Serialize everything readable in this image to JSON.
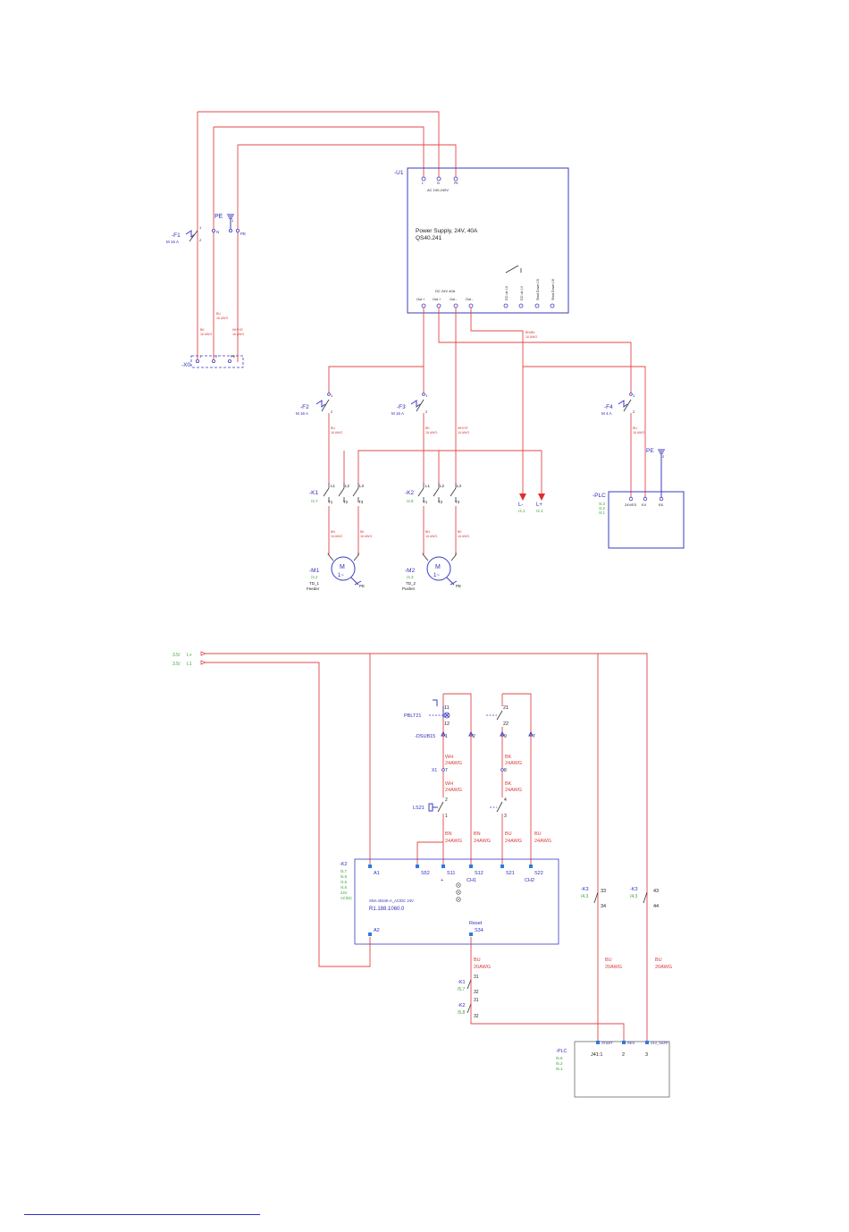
{
  "top": {
    "u1": {
      "tag": "-U1",
      "ac_terms": [
        "L",
        "N",
        "PE"
      ],
      "ac_label": "AC 100-240V",
      "title": "Power Supply, 24V, 40A",
      "part": "QS40.241",
      "dc_label": "DC 24V 40A",
      "out_terms": [
        "Out +",
        "Out +",
        "Out -",
        "Out -"
      ],
      "aux_terms": [
        "DC ok 13",
        "DC ok 14",
        "Shut Down 15",
        "Shut Down 16"
      ]
    },
    "f1": {
      "tag": "-F1",
      "rating": "M 16 A",
      "t1": "1",
      "t2": "2"
    },
    "pe": {
      "label": "PE",
      "n": "N",
      "pe2": "PE",
      "n1": "1"
    },
    "x0": {
      "tag": "-X0",
      "terms": [
        "1",
        "2",
        "PE"
      ]
    },
    "wire_labels": {
      "bk": "BK",
      "bu": "BU",
      "wh": "WH/YE",
      "awg16": "16 AWG",
      "brn": "BN",
      "bn_bk": "BN/BK",
      "awg20": "16 AWG"
    },
    "f2": {
      "tag": "-F2",
      "rating": "M 16 A",
      "t1": "1",
      "t2": "2"
    },
    "f3": {
      "tag": "-F3",
      "rating": "M 16 A",
      "t1": "1",
      "t2": "2"
    },
    "f4": {
      "tag": "-F4",
      "rating": "M 4 A",
      "t1": "1",
      "t2": "2"
    },
    "k1": {
      "tag": "-K1",
      "ref": "/4.7",
      "in": [
        "L1",
        "L2",
        "L3"
      ],
      "out": [
        "T1",
        "T2",
        "T3"
      ]
    },
    "k2": {
      "tag": "-K2",
      "ref": "/4.8",
      "in": [
        "L1",
        "L2",
        "L3"
      ],
      "out": [
        "T1",
        "T2",
        "T3"
      ]
    },
    "m1": {
      "tag": "-M1",
      "ref": "/4.2",
      "sub1": "TD_1",
      "sub2": "Feeder",
      "sym": "M",
      "sym2": "1~",
      "t1": "1",
      "t2": "2",
      "pe": "PE"
    },
    "m2": {
      "tag": "-M2",
      "ref": "/4.3",
      "sub1": "TD_2",
      "sub2": "Pusher",
      "sym": "M",
      "sym2": "1~",
      "t1": "1",
      "t2": "2",
      "pe": "PE"
    },
    "lminus": {
      "label": "L-",
      "ref": "/4.1"
    },
    "lplus": {
      "label": "L+",
      "ref": "/4.1"
    },
    "plc": {
      "tag": "-PLC",
      "refs": [
        "/4.3",
        "/4.2",
        "/4.1"
      ],
      "terms": [
        "24V/E3",
        "E4",
        "E6"
      ],
      "pe": "PE",
      "pe_n": "2"
    }
  },
  "bottom": {
    "rail_lp": {
      "ref": "3.5/",
      "label": "L+"
    },
    "rail_l1": {
      "ref": "3.5/",
      "label": "L1"
    },
    "pbl": {
      "tag": "PBLT21",
      "t1": "11",
      "t2": "12"
    },
    "sw2": {
      "t1": "21",
      "t2": "22"
    },
    "dsub": {
      "tag": "-DSUB15",
      "pins": [
        "1",
        "2",
        "9",
        "7"
      ]
    },
    "x1": {
      "tag": "X1",
      "pin": "7",
      "pin2": "8"
    },
    "ls": {
      "tag": "LS21",
      "t1": "2",
      "t2": "1",
      "t3": "4",
      "t4": "3"
    },
    "wires": {
      "wh": "WH",
      "bk": "BK",
      "bn": "BN",
      "bu": "BU",
      "awg24": "24AWG",
      "awg20": "20AWG"
    },
    "k2": {
      "tag": "-K2",
      "refs": [
        "/5.7",
        "/5.8",
        "/4.6",
        "/4.8",
        "24V",
        "AC/DC"
      ],
      "terms": [
        "A1",
        "S52",
        "S11",
        "S12",
        "S21",
        "S22"
      ],
      "plus": "+",
      "ch1": "CH1",
      "ch2": "CH2",
      "model": "SNA 4044K-A_AC/DC 24V",
      "part": "R1.188.1060.0",
      "a2": "A2",
      "reset": "Reset",
      "s34": "S34"
    },
    "k3a": {
      "tag": "-K3",
      "ref": "/4.3",
      "t1": "33",
      "t2": "34"
    },
    "k3b": {
      "tag": "-K3",
      "ref": "/4.3",
      "t1": "43",
      "t2": "44"
    },
    "kk1": {
      "tag": "-K1",
      "ref": "/5.7",
      "t1": "31",
      "t2": "32"
    },
    "kk2": {
      "tag": "-K2",
      "ref": "/5.8",
      "t1": "31",
      "t2": "32"
    },
    "plc": {
      "tag": "-PLC",
      "refs": [
        "/5.6",
        "/5.2",
        "/6.1"
      ],
      "col_labels": [
        "START",
        "RES",
        "24V_SAFE"
      ],
      "terms": [
        "J41:1",
        "2",
        "3"
      ]
    }
  }
}
